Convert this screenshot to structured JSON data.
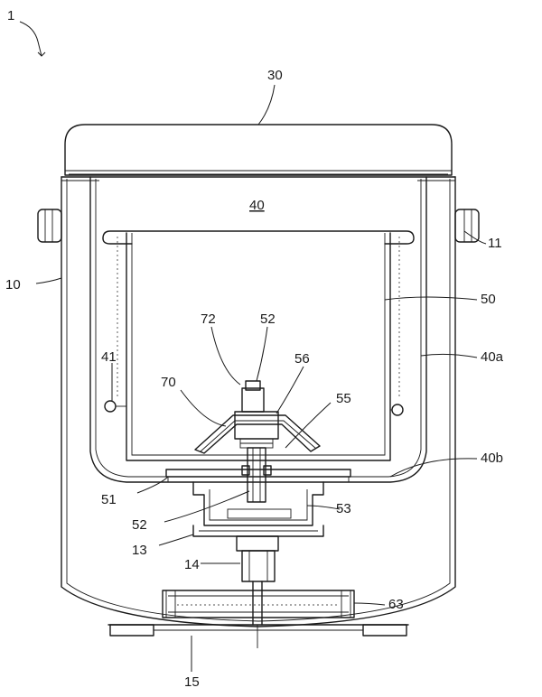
{
  "figure": {
    "labels": {
      "ref_1": "1",
      "ref_30": "30",
      "ref_40": "40",
      "ref_11": "11",
      "ref_10": "10",
      "ref_50": "50",
      "ref_72": "72",
      "ref_52_top": "52",
      "ref_41": "41",
      "ref_70": "70",
      "ref_56": "56",
      "ref_40a": "40a",
      "ref_55": "55",
      "ref_40b": "40b",
      "ref_51": "51",
      "ref_53": "53",
      "ref_52_bottom": "52",
      "ref_13": "13",
      "ref_14": "14",
      "ref_63": "63",
      "ref_15": "15"
    }
  }
}
